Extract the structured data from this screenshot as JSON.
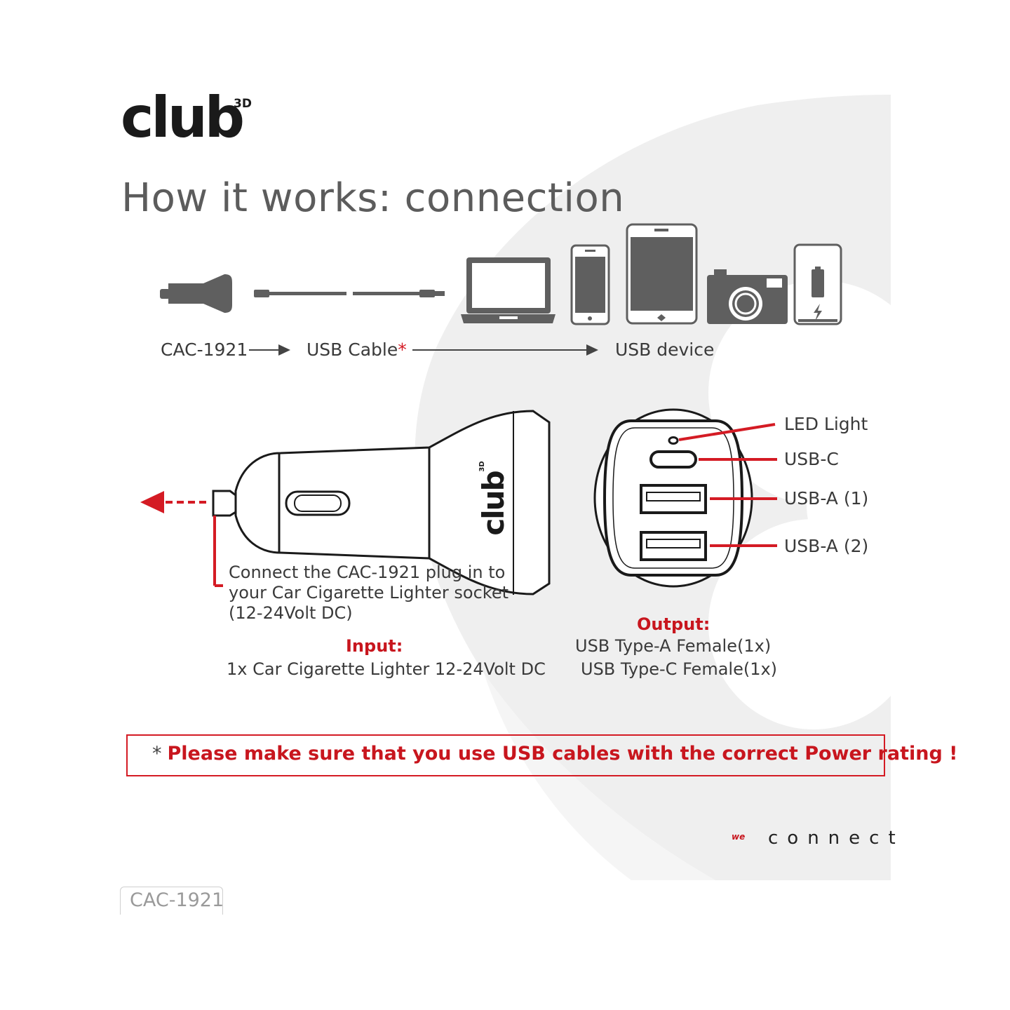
{
  "brand": {
    "logo_text": "club",
    "logo_sup": "3D"
  },
  "title": "How it works: connection",
  "flow": {
    "step1": "CAC-1921",
    "step2": "USB Cable",
    "step2_mark": "*",
    "step3": "USB device"
  },
  "ports": {
    "led": "LED Light",
    "usb_c": "USB-C",
    "usb_a1": "USB-A (1)",
    "usb_a2": "USB-A (2)"
  },
  "instruction": "Connect the CAC-1921 plug in to your Car Cigarette Lighter socket (12-24Volt DC)",
  "input": {
    "label": "Input:",
    "value": "1x Car Cigarette Lighter 12-24Volt DC"
  },
  "output": {
    "label": "Output:",
    "line1": "USB Type-A Female(1x)",
    "line2": "USB Type-C Female(1x)"
  },
  "warning": {
    "mark": "*",
    "text": "Please make sure that you use USB cables with the correct Power rating !"
  },
  "footer": {
    "brand_prefix": "we",
    "brand": "connect",
    "model": "CAC-1921"
  },
  "colors": {
    "accent": "#d41b24",
    "icon_gray": "#5f5f5f",
    "text": "#3a3a3a",
    "watermark": "#f0f0f0"
  }
}
